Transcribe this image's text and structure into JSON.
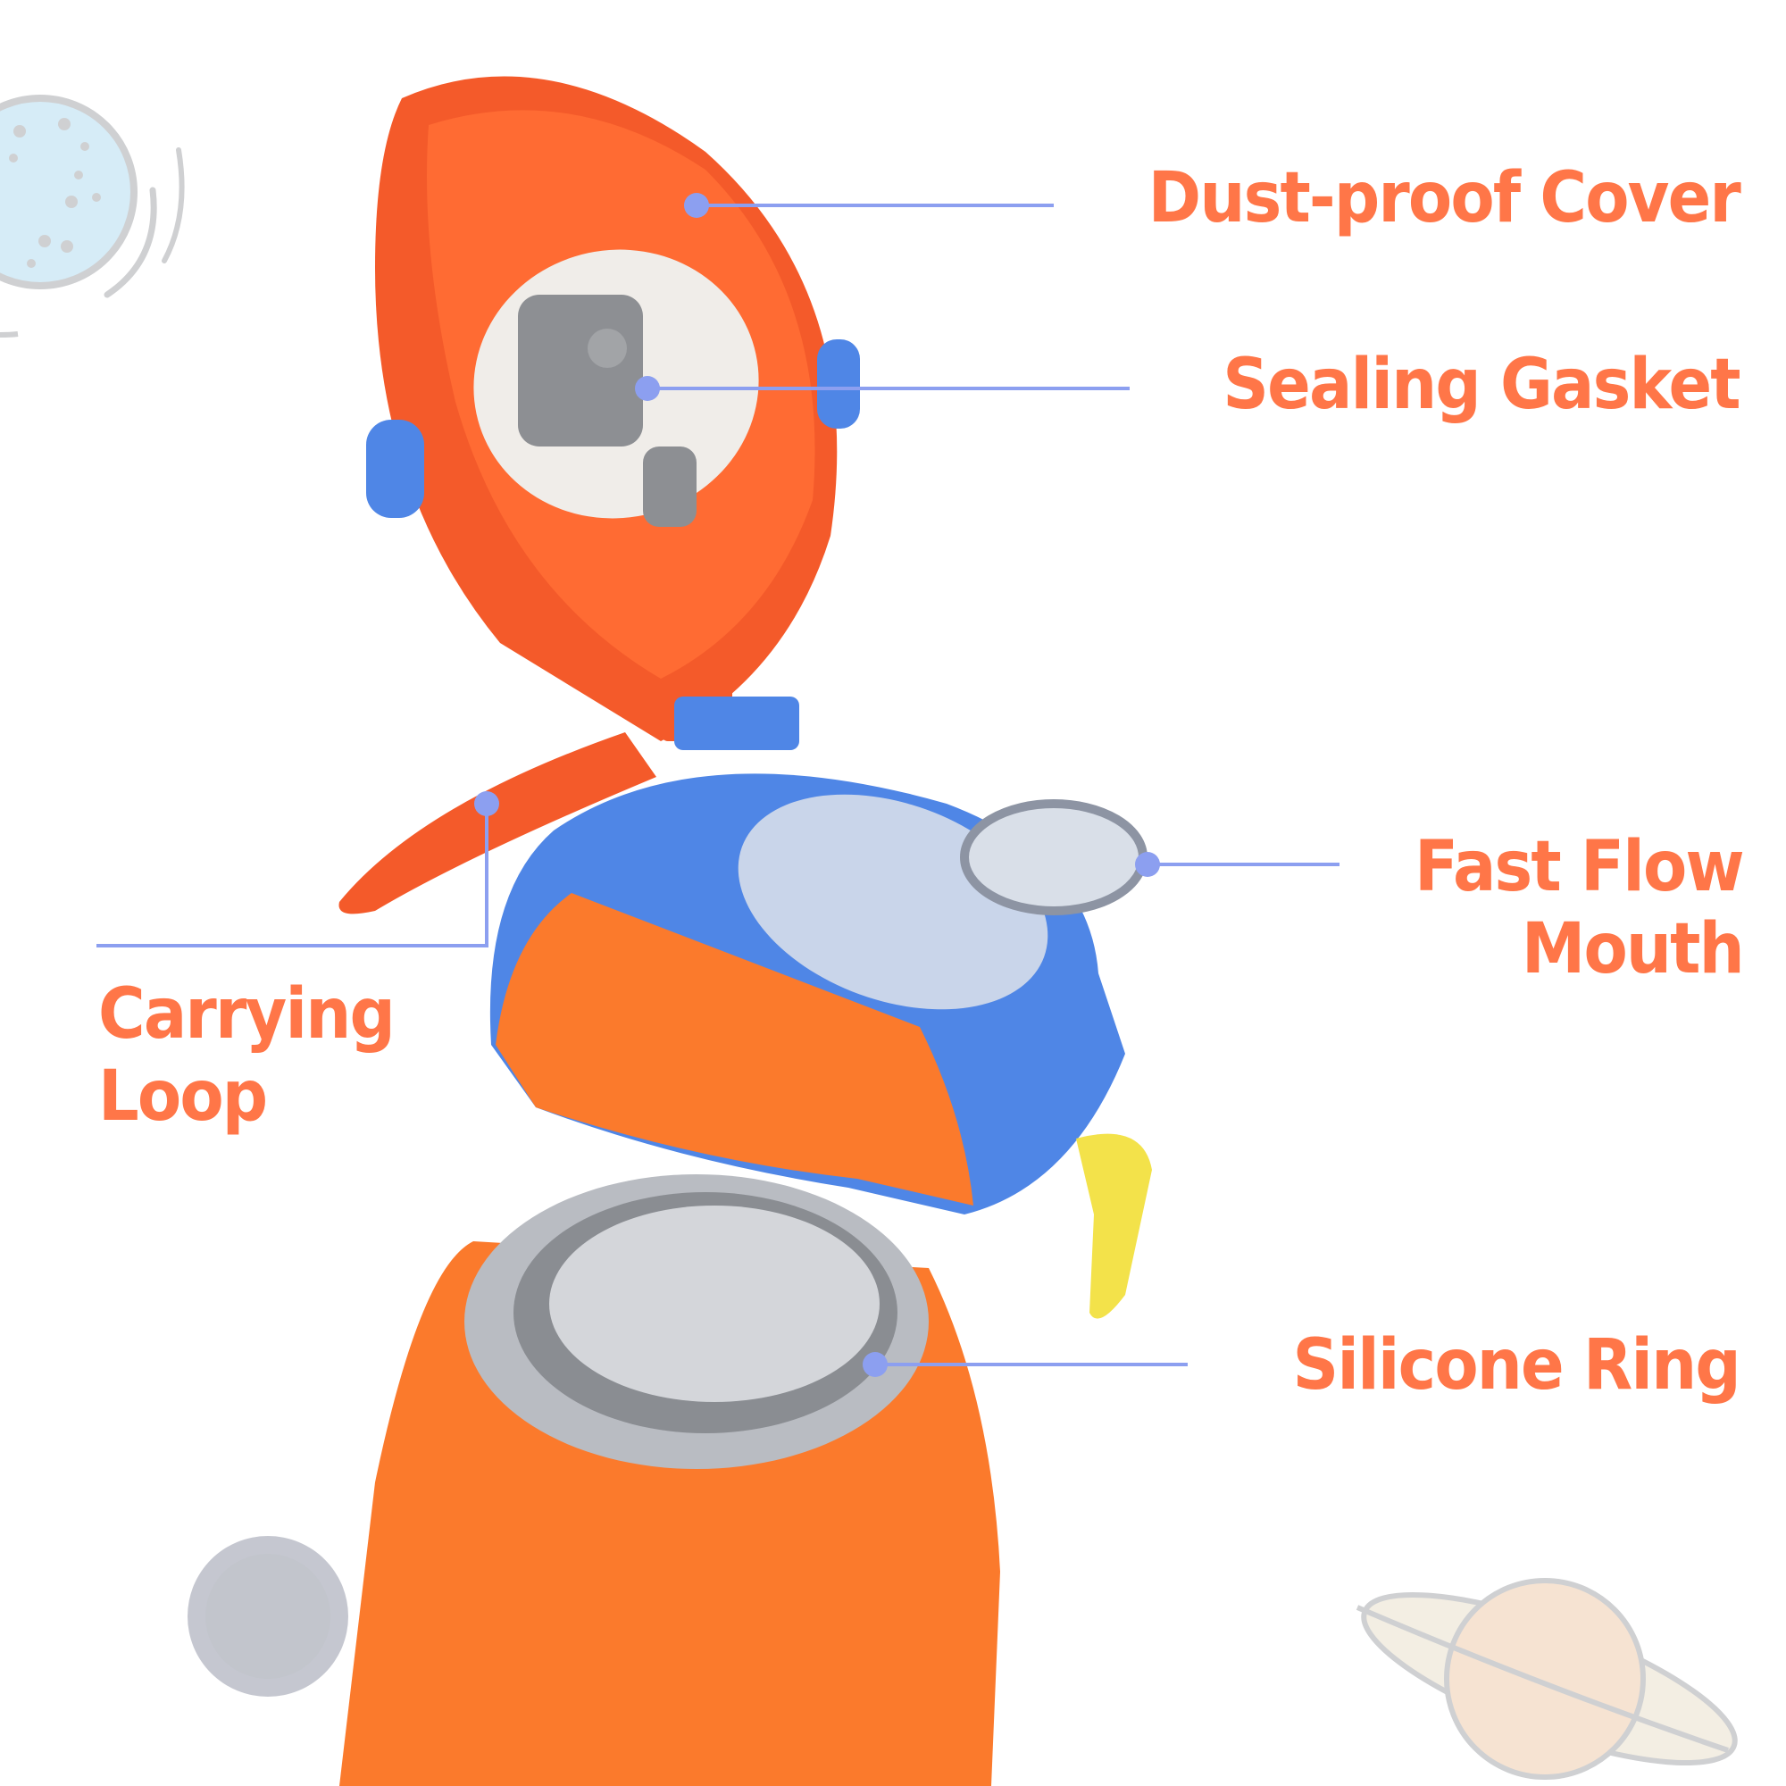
{
  "colors": {
    "label_text": "#ff7648",
    "leader_line": "#8c9ff0",
    "background": "#ffffff",
    "lid_orange": "#f45a2a",
    "cap_blue": "#4f86e6",
    "body_orange": "#fb7a2c",
    "button_yellow": "#f3e24a",
    "gasket_gray": "#8d8f93",
    "steel": "#b9bcc2"
  },
  "callouts": [
    {
      "id": "dust-proof-cover",
      "lines": [
        "Dust-proof Cover"
      ]
    },
    {
      "id": "sealing-gasket",
      "lines": [
        "Sealing Gasket"
      ]
    },
    {
      "id": "fast-flow-mouth",
      "lines": [
        "Fast Flow",
        "Mouth"
      ]
    },
    {
      "id": "carrying-loop",
      "lines": [
        "Carrying",
        "Loop"
      ]
    },
    {
      "id": "silicone-ring",
      "lines": [
        "Silicone Ring"
      ]
    }
  ],
  "decorations": [
    "moon-icon",
    "saturn-icon"
  ]
}
